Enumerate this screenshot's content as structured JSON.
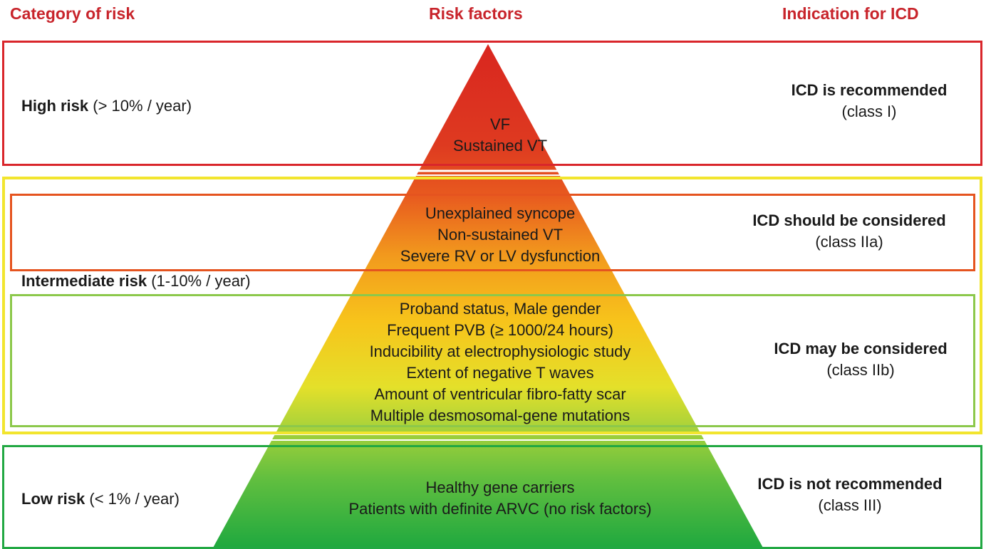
{
  "headers": {
    "category": "Category of risk",
    "risk_factors": "Risk factors",
    "indication": "Indication for ICD"
  },
  "colors": {
    "header_red": "#c8242b",
    "high_box": "#d9262b",
    "intermediate_box": "#f2e52e",
    "class_iia_box": "#e5541f",
    "class_iib_box": "#8cc84b",
    "low_box": "#22a843"
  },
  "categories": {
    "high": {
      "label": "High risk",
      "range": "(> 10% / year)"
    },
    "intermediate": {
      "label": "Intermediate risk",
      "range": "(1-10% / year)"
    },
    "low": {
      "label": "Low risk",
      "range": "(< 1% / year)"
    }
  },
  "risk_factors": {
    "high": [
      "VF",
      "Sustained VT"
    ],
    "class_iia": [
      "Unexplained syncope",
      "Non-sustained VT",
      "Severe RV or LV dysfunction"
    ],
    "class_iib": [
      "Proband status, Male gender",
      "Frequent PVB (≥ 1000/24 hours)",
      "Inducibility at electrophysiologic study",
      "Extent of negative T waves",
      "Amount of ventricular fibro-fatty scar",
      "Multiple desmosomal-gene mutations"
    ],
    "low": [
      "Healthy gene carriers",
      "Patients with definite ARVC (no risk factors)"
    ]
  },
  "indications": {
    "class_i": {
      "text": "ICD is recommended",
      "class": "(class I)"
    },
    "class_iia": {
      "text": "ICD should be considered",
      "class": "(class IIa)"
    },
    "class_iib": {
      "text": "ICD may be considered",
      "class": "(class IIb)"
    },
    "class_iii": {
      "text": "ICD is not recommended",
      "class": "(class III)"
    }
  }
}
